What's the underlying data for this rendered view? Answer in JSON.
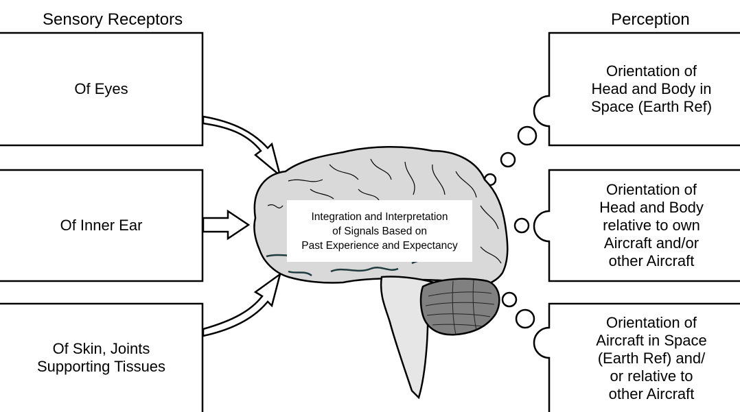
{
  "headings": {
    "left": "Sensory Receptors",
    "right": "Perception"
  },
  "receptors": [
    {
      "label": "Of Eyes"
    },
    {
      "label": "Of Inner Ear"
    },
    {
      "label": "Of Skin, Joints\nSupporting Tissues"
    }
  ],
  "brain": {
    "label": "Integration and Interpretation\nof Signals Based on\nPast Experience and Expectancy"
  },
  "perceptions": [
    {
      "label": "Orientation of\nHead and Body in\nSpace (Earth Ref)"
    },
    {
      "label": "Orientation of\nHead and Body\nrelative to own\n Aircraft and/or\nother  Aircraft"
    },
    {
      "label": "Orientation of\nAircraft in Space\n(Earth Ref) and/\nor relative to\nother Aircraft"
    }
  ]
}
